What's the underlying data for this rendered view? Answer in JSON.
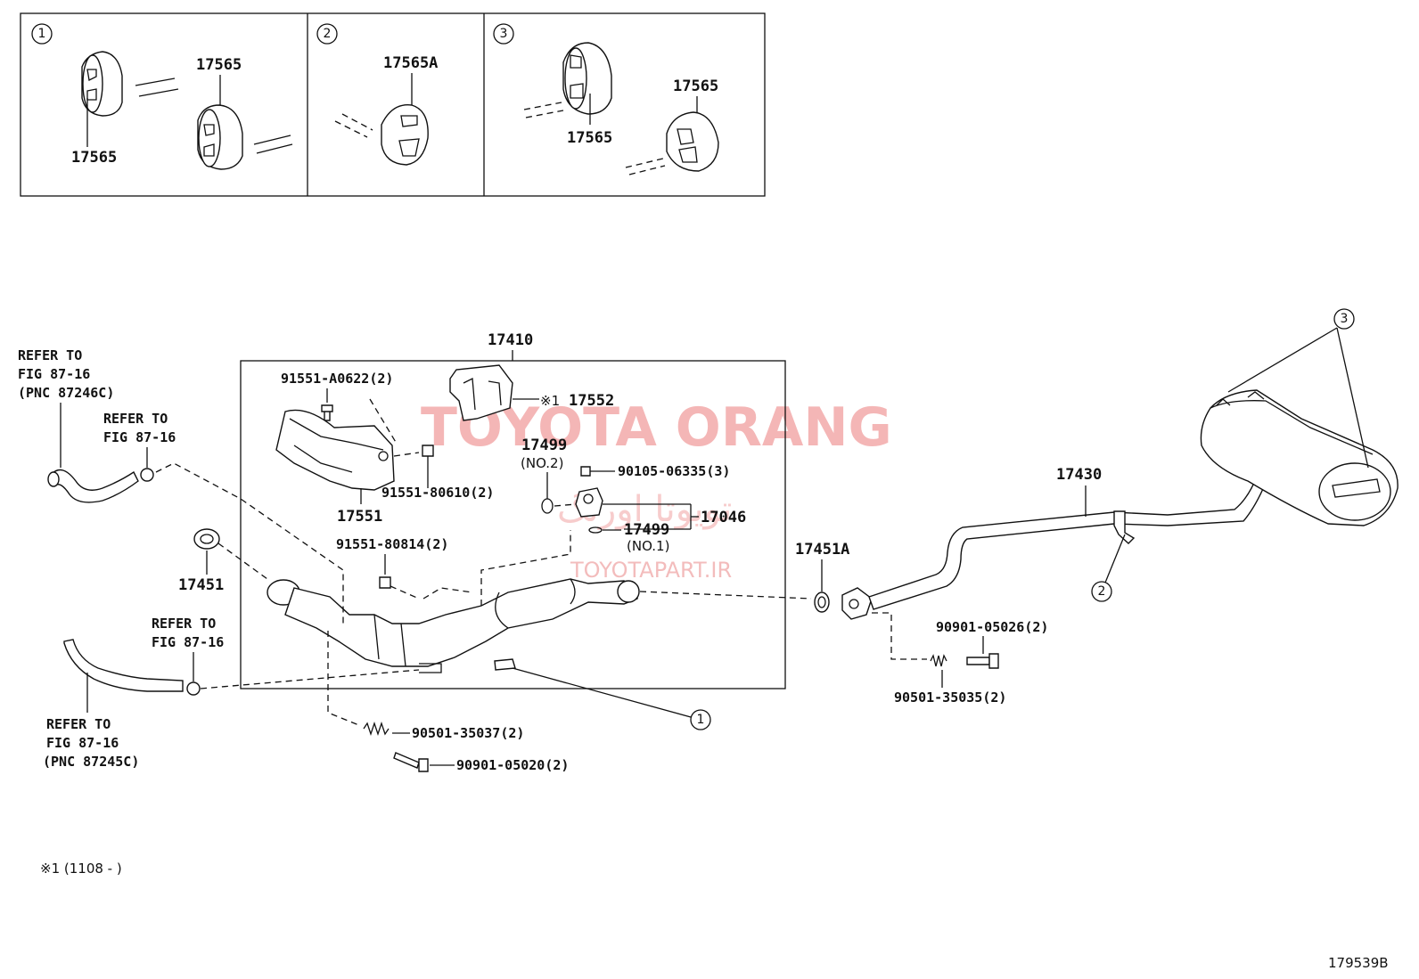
{
  "inset_panels": [
    {
      "number": "1",
      "labels": [
        "17565",
        "17565"
      ]
    },
    {
      "number": "2",
      "labels": [
        "17565A"
      ]
    },
    {
      "number": "3",
      "labels": [
        "17565",
        "17565"
      ]
    }
  ],
  "parts": {
    "p17410": "17410",
    "p17552": "17552",
    "p17552_note": "※1",
    "p91551_A0622": "91551-A0622(2)",
    "p17551": "17551",
    "p91551_80610": "91551-80610(2)",
    "p17499_no2": "17499",
    "p17499_no2_sub": "(NO.2)",
    "p90105_06335": "90105-06335(3)",
    "p17046": "17046",
    "p17499_no1": "17499",
    "p17499_no1_sub": "(NO.1)",
    "p91551_80814": "91551-80814(2)",
    "p17451": "17451",
    "p17451A": "17451A",
    "p17430": "17430",
    "p90901_05026": "90901-05026(2)",
    "p90501_35035": "90501-35035(2)",
    "p90501_35037": "90501-35037(2)",
    "p90901_05020": "90901-05020(2)"
  },
  "callouts": {
    "c1": "1",
    "c2": "2",
    "c3": "3"
  },
  "refs": {
    "ref_top_1": "REFER TO",
    "ref_top_2": "FIG 87-16",
    "ref_top_3": "(PNC 87246C)",
    "ref_b_1": "REFER TO",
    "ref_b_2": "FIG 87-16",
    "ref_c_1": "REFER TO",
    "ref_c_2": "FIG 87-16",
    "ref_d_1": "REFER TO",
    "ref_d_2": "FIG 87-16",
    "ref_d_3": "(PNC 87245C)"
  },
  "footnote": "※1 (1108 -        )",
  "diagram_code": "179539B",
  "watermark": {
    "line1": "TOYOTA ORANG",
    "line2": "تویوتا اورنگ",
    "line3": "TOYOTAPART.IR"
  }
}
